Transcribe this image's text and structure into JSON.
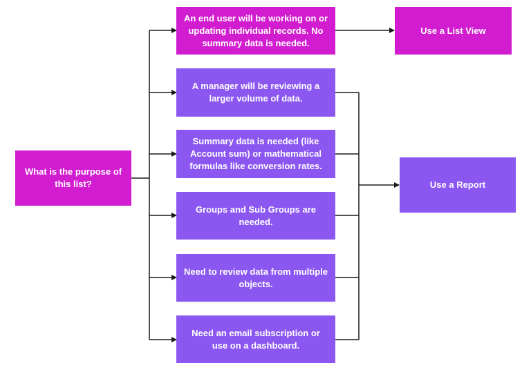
{
  "diagram": {
    "question": "What is the purpose of this list?",
    "conditions": [
      "An end user will be working on or updating individual records. No summary data is needed.",
      "A manager will be reviewing a larger volume of data.",
      "Summary data is needed (like Account sum) or mathematical formulas like conversion rates.",
      "Groups and Sub Groups are needed.",
      "Need to review data from multiple objects.",
      "Need an email subscription or use on a dashboard."
    ],
    "outcomes": {
      "list_view": "Use a List View",
      "report": "Use a Report"
    }
  },
  "colors": {
    "magenta": "#d11ccf",
    "purple": "#8b57f0",
    "line": "#1a1a1a"
  }
}
